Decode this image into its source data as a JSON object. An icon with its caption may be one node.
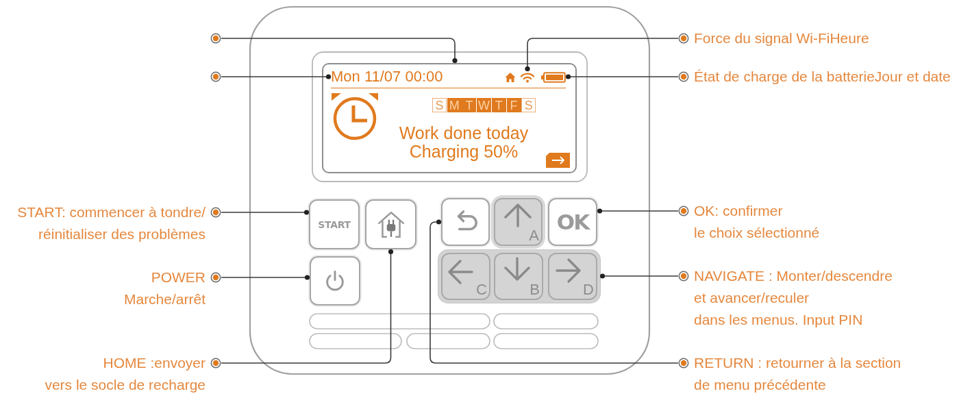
{
  "diagram": {
    "nodes": [
      {
        "text": [],
        "shape": "circle"
      },
      {
        "text": [
          "Force du signal Wi-FiHeure"
        ]
      },
      {
        "text": [],
        "shape": "circle"
      },
      {
        "text": [
          "État de charge de la batterieJour et date"
        ]
      },
      {
        "text": [
          "Work done today Charging 50%"
        ]
      },
      {
        "text": [
          "Mon 11/07 00:00"
        ],
        "in": 4
      },
      {
        "text": [],
        "shape": "picture",
        "in": 4
      },
      {
        "text": [],
        "shape": "picture",
        "in": 4
      },
      {
        "text": [
          "S"
        ],
        "in": 4
      },
      {
        "text": [
          "M"
        ],
        "in": 4
      },
      {
        "text": [
          "T"
        ],
        "in": 4
      },
      {
        "text": [
          "W"
        ],
        "in": 4
      },
      {
        "text": [
          "T"
        ],
        "in": 4
      },
      {
        "text": [
          "F"
        ],
        "in": 4
      },
      {
        "text": [
          "S"
        ],
        "in": 4
      },
      {
        "text": [
          "START: commencer à tondre/ réinitialiser des problèmes"
        ]
      },
      {
        "text": [
          "START"
        ]
      },
      {
        "text": [],
        "shape": "box"
      },
      {
        "text": [],
        "shape": "box"
      },
      {
        "text": [
          "A"
        ]
      },
      {
        "text": [
          "OK"
        ]
      },
      {
        "text": [
          "OK: confirmer le choix sélectionné"
        ]
      },
      {
        "text": [
          "POWER Marche/arrêt"
        ]
      },
      {
        "text": [],
        "shape": "box"
      },
      {
        "text": [],
        "shape": "box"
      },
      {
        "text": [
          "C"
        ],
        "in": 24
      },
      {
        "text": [
          "B"
        ],
        "in": 24
      },
      {
        "text": [
          "D"
        ],
        "in": 24
      },
      {
        "text": [
          "NAVIGATE : Monter/descendre et avancer/reculer dans les menus. Input PIN"
        ]
      },
      {
        "text": [
          "HOME :envoyer vers le socle de recharge"
        ]
      },
      {
        "text": [
          "RETURN : retourner à la section de menu précédente"
        ]
      }
    ],
    "edges": [
      {
        "from": 0,
        "to": 4,
        "arrow": "other"
      },
      {
        "from": 1,
        "to": 6,
        "arrow": "other"
      },
      {
        "from": 2,
        "to": 5,
        "arrow": "other"
      },
      {
        "from": 3,
        "to": 7,
        "arrow": "other"
      },
      {
        "from": 15,
        "to": 16,
        "arrow": "other"
      },
      {
        "from": 21,
        "to": 20,
        "arrow": "other"
      },
      {
        "from": 22,
        "to": 23,
        "arrow": "other"
      },
      {
        "from": 28,
        "to": 24,
        "arrow": "other"
      },
      {
        "from": 29,
        "to": 17,
        "arrow": "other"
      },
      {
        "from": 30,
        "to": 18,
        "arrow": "other"
      }
    ]
  }
}
